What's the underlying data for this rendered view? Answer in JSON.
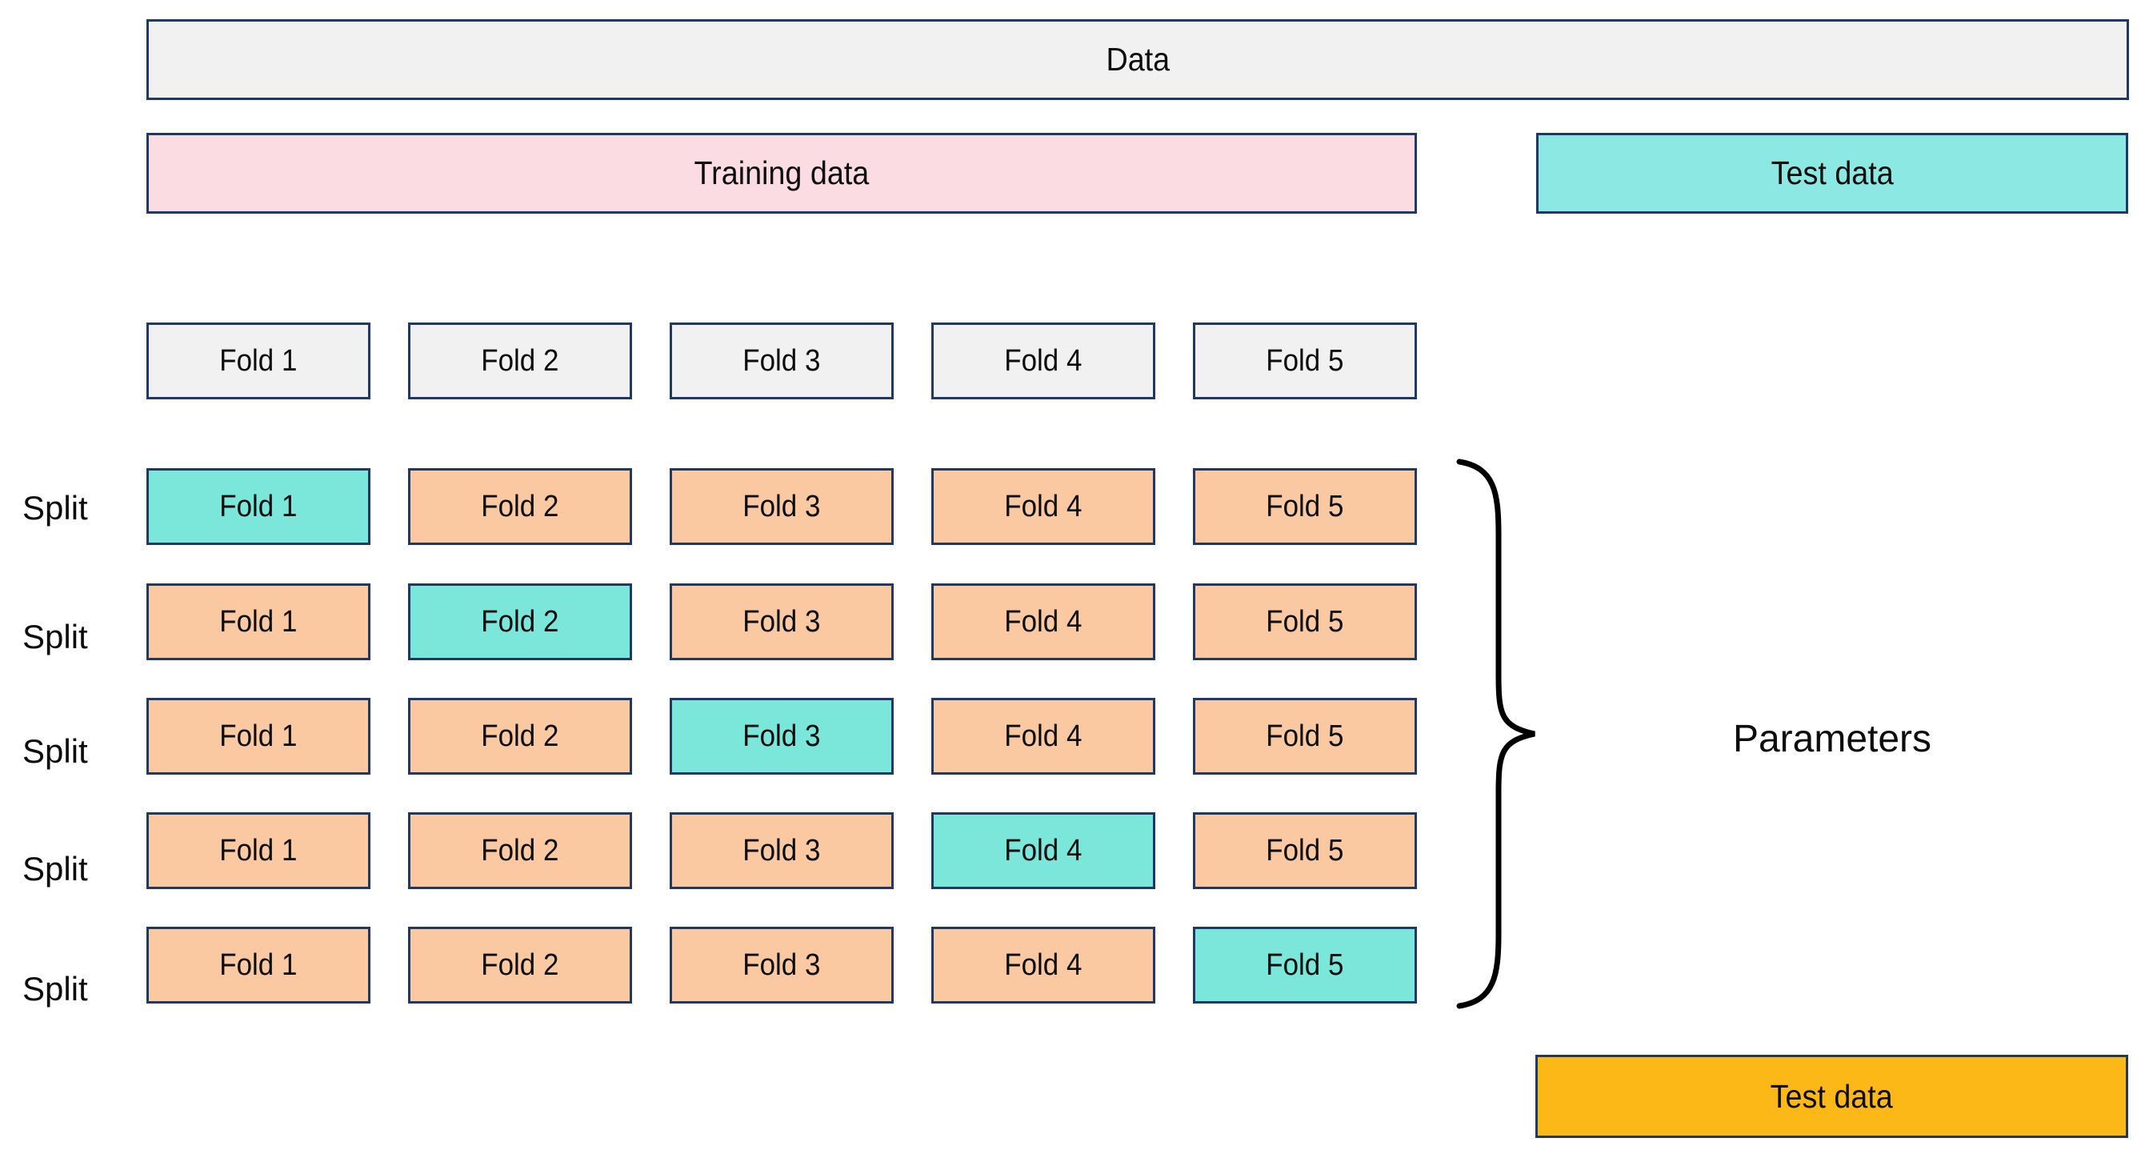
{
  "colors": {
    "background": "#ffffff",
    "border": "#1f3864",
    "gray": "#f1f1f1",
    "pink": "#fbdce3",
    "cyan_light": "#8ce8e2",
    "cyan": "#7be7db",
    "orange": "#fac9a2",
    "gold": "#fcb817",
    "text": "#0d0d0d"
  },
  "bars": {
    "data": "Data",
    "training": "Training data",
    "test_top": "Test data",
    "test_bottom": "Test data"
  },
  "fold_headers": [
    "Fold 1",
    "Fold 2",
    "Fold 3",
    "Fold 4",
    "Fold 5"
  ],
  "splits": [
    {
      "label": "Split",
      "folds": [
        {
          "label": "Fold 1",
          "state": "test"
        },
        {
          "label": "Fold 2",
          "state": "train"
        },
        {
          "label": "Fold 3",
          "state": "train"
        },
        {
          "label": "Fold 4",
          "state": "train"
        },
        {
          "label": "Fold 5",
          "state": "train"
        }
      ]
    },
    {
      "label": "Split",
      "folds": [
        {
          "label": "Fold 1",
          "state": "train"
        },
        {
          "label": "Fold 2",
          "state": "test"
        },
        {
          "label": "Fold 3",
          "state": "train"
        },
        {
          "label": "Fold 4",
          "state": "train"
        },
        {
          "label": "Fold 5",
          "state": "train"
        }
      ]
    },
    {
      "label": "Split",
      "folds": [
        {
          "label": "Fold 1",
          "state": "train"
        },
        {
          "label": "Fold 2",
          "state": "train"
        },
        {
          "label": "Fold 3",
          "state": "test"
        },
        {
          "label": "Fold 4",
          "state": "train"
        },
        {
          "label": "Fold 5",
          "state": "train"
        }
      ]
    },
    {
      "label": "Split",
      "folds": [
        {
          "label": "Fold 1",
          "state": "train"
        },
        {
          "label": "Fold 2",
          "state": "train"
        },
        {
          "label": "Fold 3",
          "state": "train"
        },
        {
          "label": "Fold 4",
          "state": "test"
        },
        {
          "label": "Fold 5",
          "state": "train"
        }
      ]
    },
    {
      "label": "Split",
      "folds": [
        {
          "label": "Fold 1",
          "state": "train"
        },
        {
          "label": "Fold 2",
          "state": "train"
        },
        {
          "label": "Fold 3",
          "state": "train"
        },
        {
          "label": "Fold 4",
          "state": "train"
        },
        {
          "label": "Fold 5",
          "state": "test"
        }
      ]
    }
  ],
  "parameters_label": "Parameters"
}
